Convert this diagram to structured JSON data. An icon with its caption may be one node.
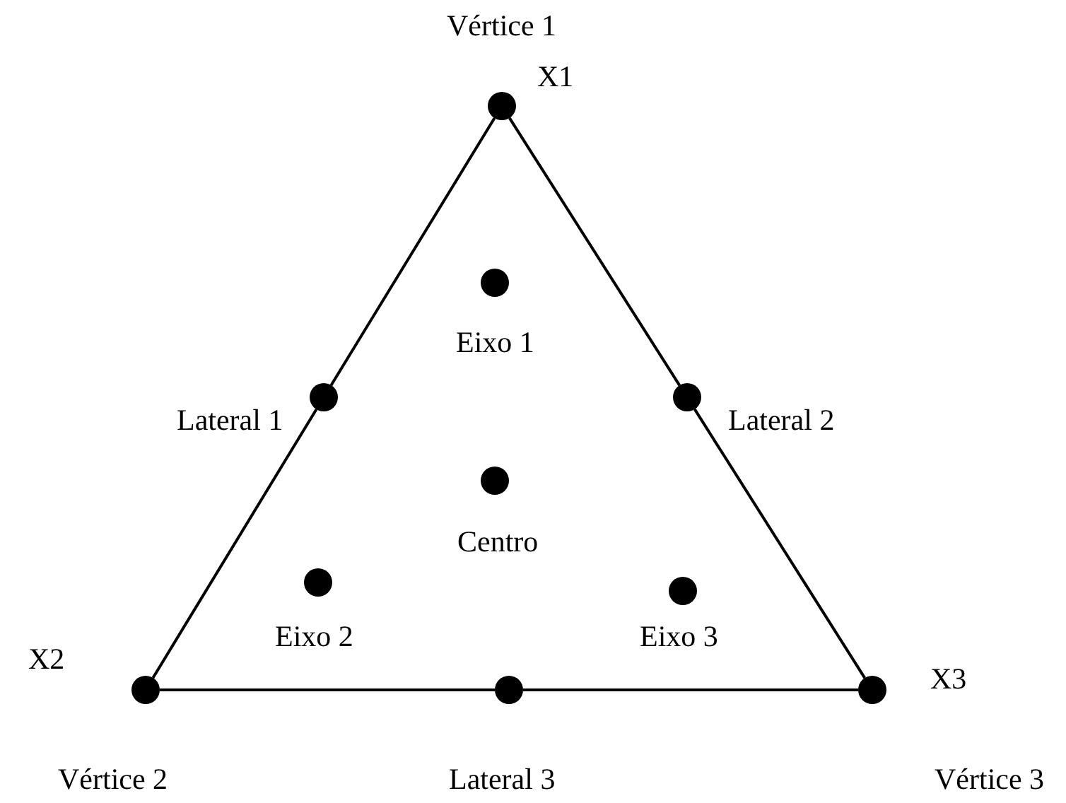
{
  "diagram": {
    "nodes": [
      {
        "text": [],
        "shape": "circle",
        "beside": [
          "Vértice 1",
          "X1"
        ]
      },
      {
        "text": [],
        "shape": "circle",
        "beside": [
          "Eixo 1"
        ]
      },
      {
        "text": [],
        "shape": "circle",
        "beside": [
          "Lateral 1"
        ]
      },
      {
        "text": [],
        "shape": "circle",
        "beside": [
          "Lateral 2"
        ]
      },
      {
        "text": [],
        "shape": "circle",
        "beside": [
          "Centro"
        ]
      },
      {
        "text": [],
        "shape": "circle",
        "beside": [
          "Eixo 2"
        ]
      },
      {
        "text": [],
        "shape": "circle",
        "beside": [
          "Eixo 3"
        ]
      },
      {
        "text": [],
        "shape": "circle",
        "beside": [
          "X2",
          "Vértice 2"
        ]
      },
      {
        "text": [],
        "shape": "circle",
        "beside": [
          "Lateral 3"
        ]
      },
      {
        "text": [],
        "shape": "circle",
        "beside": [
          "X3",
          "Vértice 3"
        ]
      }
    ],
    "edges": [
      {
        "from": 0,
        "to": 2,
        "arrow": "none"
      },
      {
        "from": 2,
        "to": 7,
        "arrow": "none"
      },
      {
        "from": 0,
        "to": 3,
        "arrow": "none"
      },
      {
        "from": 3,
        "to": 9,
        "arrow": "none"
      },
      {
        "from": 7,
        "to": 8,
        "arrow": "none"
      },
      {
        "from": 8,
        "to": 9,
        "arrow": "none"
      }
    ]
  }
}
